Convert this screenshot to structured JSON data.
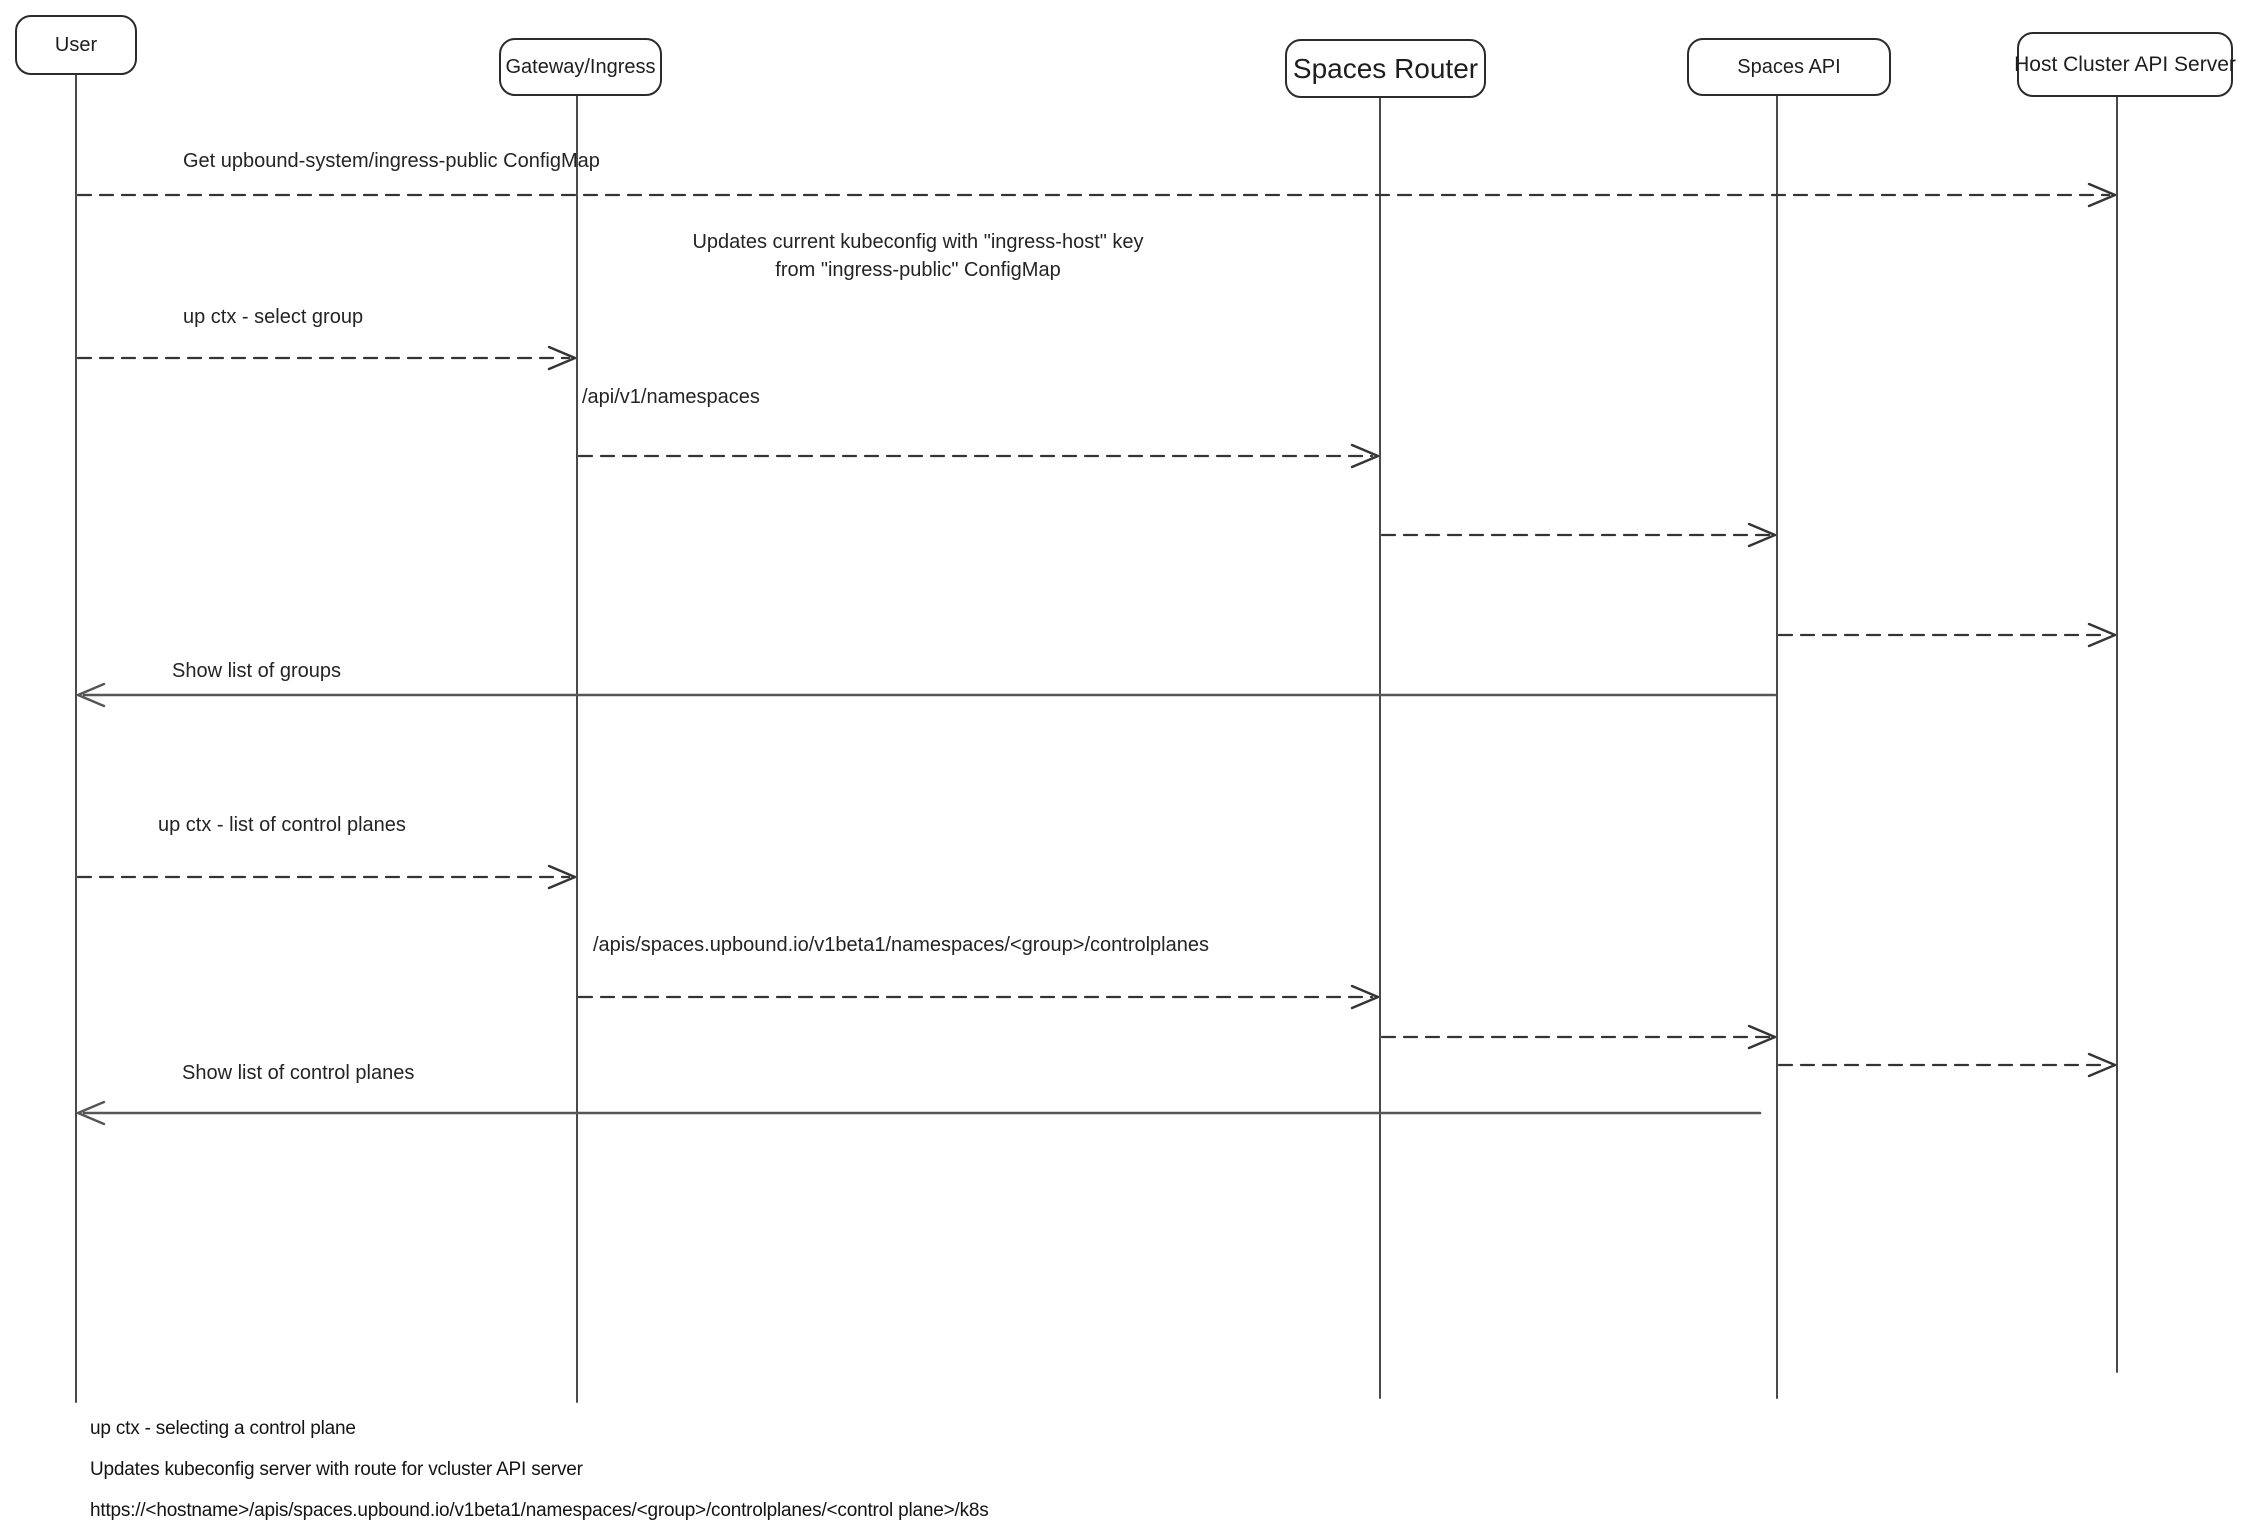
{
  "diagram": {
    "actors": [
      {
        "id": "user",
        "label": "User"
      },
      {
        "id": "gateway",
        "label": "Gateway/Ingress"
      },
      {
        "id": "router",
        "label": "Spaces Router"
      },
      {
        "id": "api",
        "label": "Spaces API"
      },
      {
        "id": "host",
        "label": "Host Cluster API Server"
      }
    ],
    "messages": [
      {
        "type": "arrow",
        "from": "user",
        "to": "host",
        "line": "dashed",
        "label": "Get upbound-system/ingress-public ConfigMap"
      },
      {
        "type": "note",
        "lines": [
          "Updates current kubeconfig with \"ingress-host\" key",
          "from \"ingress-public\" ConfigMap"
        ]
      },
      {
        "type": "arrow",
        "from": "user",
        "to": "gateway",
        "line": "dashed",
        "label": "up ctx - select group"
      },
      {
        "type": "arrow",
        "from": "gateway",
        "to": "router",
        "line": "dashed",
        "label": "/api/v1/namespaces"
      },
      {
        "type": "arrow",
        "from": "router",
        "to": "api",
        "line": "dashed",
        "label": ""
      },
      {
        "type": "arrow",
        "from": "api",
        "to": "host",
        "line": "dashed",
        "label": ""
      },
      {
        "type": "arrow",
        "from": "api",
        "to": "user",
        "line": "solid",
        "label": "Show list of groups"
      },
      {
        "type": "arrow",
        "from": "user",
        "to": "gateway",
        "line": "dashed",
        "label": "up ctx - list of control planes"
      },
      {
        "type": "arrow",
        "from": "gateway",
        "to": "router",
        "line": "dashed",
        "label": "/apis/spaces.upbound.io/v1beta1/namespaces/<group>/controlplanes"
      },
      {
        "type": "arrow",
        "from": "router",
        "to": "api",
        "line": "dashed",
        "label": ""
      },
      {
        "type": "arrow",
        "from": "api",
        "to": "host",
        "line": "dashed",
        "label": ""
      },
      {
        "type": "arrow",
        "from": "api",
        "to": "user",
        "line": "solid",
        "label": "Show list of control planes"
      }
    ],
    "footer_lines": [
      "up ctx - selecting a control plane",
      "Updates kubeconfig server with route for vcluster API server",
      "https://<hostname>/apis/spaces.upbound.io/v1beta1/namespaces/<group>/controlplanes/<control plane>/k8s"
    ],
    "colors": {
      "background": "#ffffff",
      "stroke": "#343434",
      "solid_return": "#565656",
      "text": "#1e1e1e"
    }
  }
}
